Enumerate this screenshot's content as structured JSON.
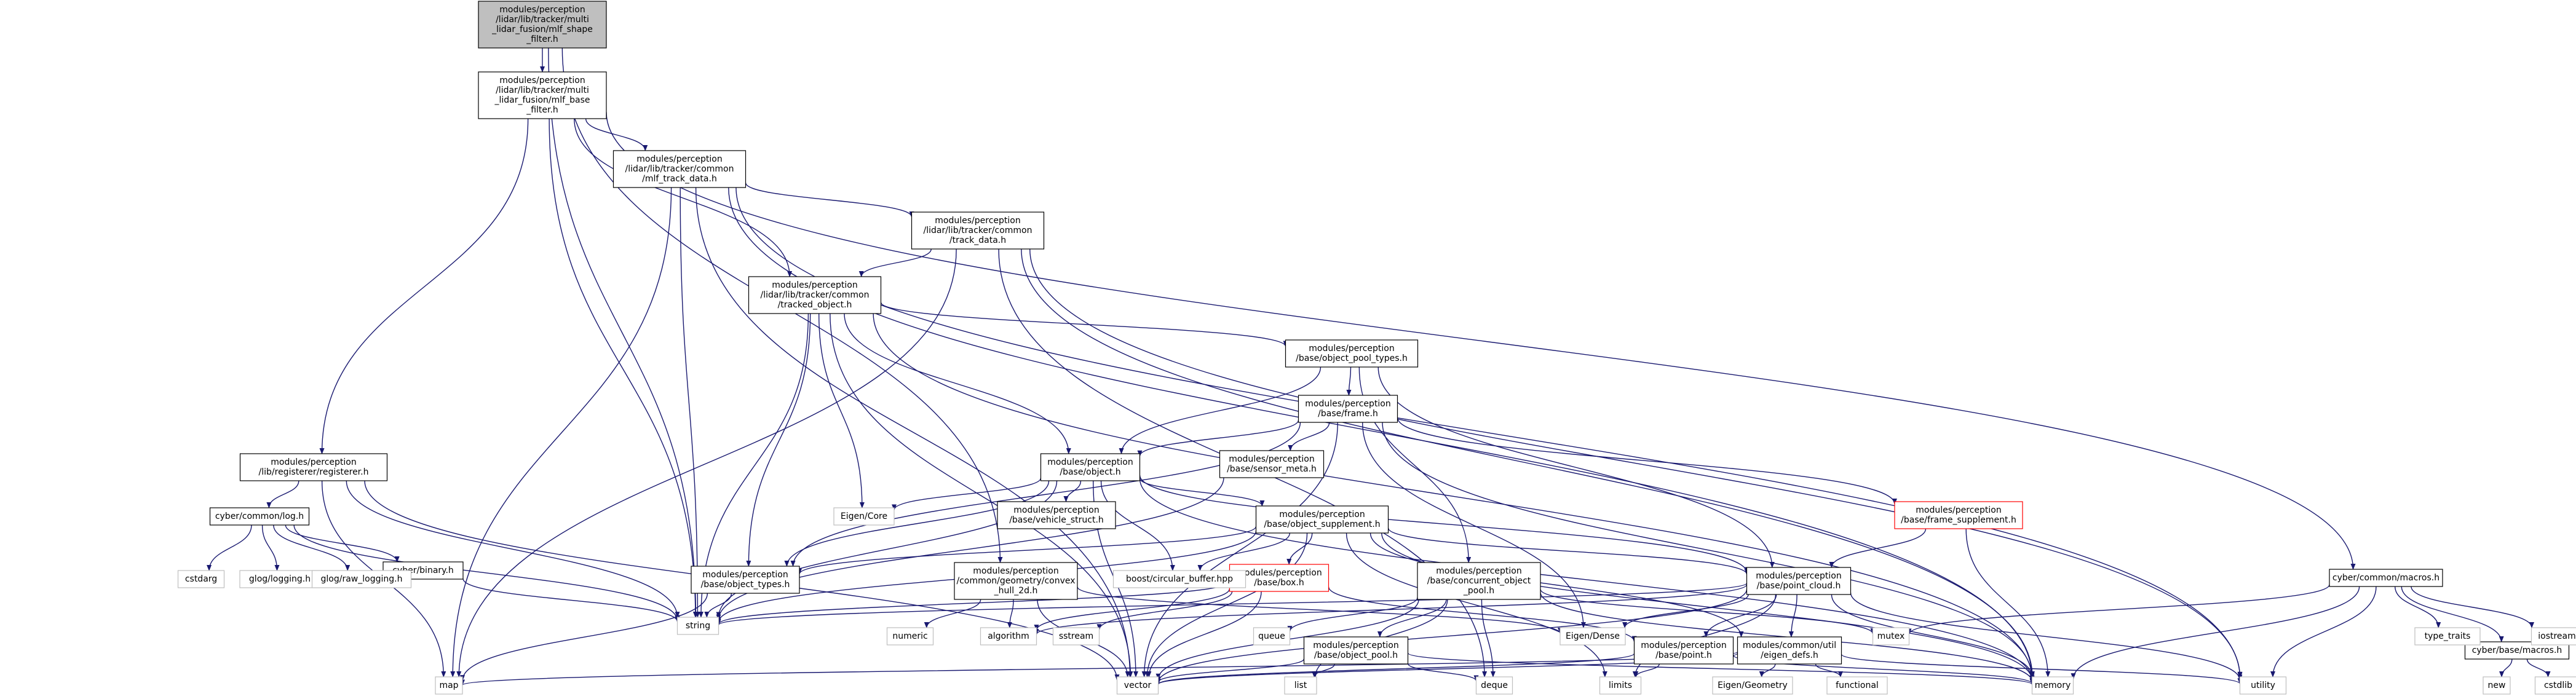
{
  "diagram": {
    "type": "include-dependency-graph",
    "colors": {
      "edge": "#191970",
      "root_fill": "#bfbfbf",
      "node_border": "#000000",
      "missing_border": "#ff0000",
      "system_border": "#bfbfbf",
      "node_fill": "#ffffff"
    },
    "nodes": [
      {
        "id": "n_root",
        "kind": "root",
        "lines": [
          "modules/perception",
          "/lidar/lib/tracker/multi",
          "_lidar_fusion/mlf_shape",
          "_filter.h"
        ]
      },
      {
        "id": "n_base_filter",
        "kind": "local",
        "lines": [
          "modules/perception",
          "/lidar/lib/tracker/multi",
          "_lidar_fusion/mlf_base",
          "_filter.h"
        ]
      },
      {
        "id": "n_mlf_track",
        "kind": "local",
        "lines": [
          "modules/perception",
          "/lidar/lib/tracker/common",
          "/mlf_track_data.h"
        ]
      },
      {
        "id": "n_track_data",
        "kind": "local",
        "lines": [
          "modules/perception",
          "/lidar/lib/tracker/common",
          "/track_data.h"
        ]
      },
      {
        "id": "n_tracked_object",
        "kind": "local",
        "lines": [
          "modules/perception",
          "/lidar/lib/tracker/common",
          "/tracked_object.h"
        ]
      },
      {
        "id": "n_registerer",
        "kind": "local",
        "lines": [
          "modules/perception",
          "/lib/registerer/registerer.h"
        ]
      },
      {
        "id": "n_log",
        "kind": "local",
        "lines": [
          "cyber/common/log.h"
        ]
      },
      {
        "id": "n_binary",
        "kind": "local",
        "lines": [
          "cyber/binary.h"
        ]
      },
      {
        "id": "n_object_pool_types",
        "kind": "local",
        "lines": [
          "modules/perception",
          "/base/object_pool_types.h"
        ]
      },
      {
        "id": "n_frame",
        "kind": "local",
        "lines": [
          "modules/perception",
          "/base/frame.h"
        ]
      },
      {
        "id": "n_object",
        "kind": "local",
        "lines": [
          "modules/perception",
          "/base/object.h"
        ]
      },
      {
        "id": "n_sensor_meta",
        "kind": "local",
        "lines": [
          "modules/perception",
          "/base/sensor_meta.h"
        ]
      },
      {
        "id": "n_vehicle_struct",
        "kind": "local",
        "lines": [
          "modules/perception",
          "/base/vehicle_struct.h"
        ]
      },
      {
        "id": "n_object_supplement",
        "kind": "local",
        "lines": [
          "modules/perception",
          "/base/object_supplement.h"
        ]
      },
      {
        "id": "n_frame_supplement",
        "kind": "missing",
        "lines": [
          "modules/perception",
          "/base/frame_supplement.h"
        ]
      },
      {
        "id": "n_object_types",
        "kind": "local",
        "lines": [
          "modules/perception",
          "/base/object_types.h"
        ]
      },
      {
        "id": "n_convex_hull",
        "kind": "local",
        "lines": [
          "modules/perception",
          "/common/geometry/convex",
          "_hull_2d.h"
        ]
      },
      {
        "id": "n_box",
        "kind": "missing",
        "lines": [
          "modules/perception",
          "/base/box.h"
        ]
      },
      {
        "id": "n_concurrent_pool",
        "kind": "local",
        "lines": [
          "modules/perception",
          "/base/concurrent_object",
          "_pool.h"
        ]
      },
      {
        "id": "n_point_cloud",
        "kind": "local",
        "lines": [
          "modules/perception",
          "/base/point_cloud.h"
        ]
      },
      {
        "id": "n_object_pool",
        "kind": "local",
        "lines": [
          "modules/perception",
          "/base/object_pool.h"
        ]
      },
      {
        "id": "n_point",
        "kind": "local",
        "lines": [
          "modules/perception",
          "/base/point.h"
        ]
      },
      {
        "id": "n_eigen_defs",
        "kind": "local",
        "lines": [
          "modules/common/util",
          "/eigen_defs.h"
        ]
      },
      {
        "id": "n_macros",
        "kind": "local",
        "lines": [
          "cyber/common/macros.h"
        ]
      },
      {
        "id": "n_base_macros",
        "kind": "local",
        "lines": [
          "cyber/base/macros.h"
        ]
      },
      {
        "id": "s_cstdarg",
        "kind": "system",
        "lines": [
          "cstdarg"
        ]
      },
      {
        "id": "s_glog",
        "kind": "system",
        "lines": [
          "glog/logging.h"
        ]
      },
      {
        "id": "s_glog_raw",
        "kind": "system",
        "lines": [
          "glog/raw_logging.h"
        ]
      },
      {
        "id": "s_eigen_core",
        "kind": "system",
        "lines": [
          "Eigen/Core"
        ]
      },
      {
        "id": "s_boost",
        "kind": "system",
        "lines": [
          "boost/circular_buffer.hpp"
        ]
      },
      {
        "id": "s_string",
        "kind": "system",
        "lines": [
          "string"
        ]
      },
      {
        "id": "s_numeric",
        "kind": "system",
        "lines": [
          "numeric"
        ]
      },
      {
        "id": "s_algorithm",
        "kind": "system",
        "lines": [
          "algorithm"
        ]
      },
      {
        "id": "s_sstream",
        "kind": "system",
        "lines": [
          "sstream"
        ]
      },
      {
        "id": "s_queue",
        "kind": "system",
        "lines": [
          "queue"
        ]
      },
      {
        "id": "s_eigen_dense",
        "kind": "system",
        "lines": [
          "Eigen/Dense"
        ]
      },
      {
        "id": "s_mutex",
        "kind": "system",
        "lines": [
          "mutex"
        ]
      },
      {
        "id": "s_type_traits",
        "kind": "system",
        "lines": [
          "type_traits"
        ]
      },
      {
        "id": "s_iostream",
        "kind": "system",
        "lines": [
          "iostream"
        ]
      },
      {
        "id": "s_map",
        "kind": "system",
        "lines": [
          "map"
        ]
      },
      {
        "id": "s_vector",
        "kind": "system",
        "lines": [
          "vector"
        ]
      },
      {
        "id": "s_list",
        "kind": "system",
        "lines": [
          "list"
        ]
      },
      {
        "id": "s_deque",
        "kind": "system",
        "lines": [
          "deque"
        ]
      },
      {
        "id": "s_limits",
        "kind": "system",
        "lines": [
          "limits"
        ]
      },
      {
        "id": "s_eigen_geometry",
        "kind": "system",
        "lines": [
          "Eigen/Geometry"
        ]
      },
      {
        "id": "s_functional",
        "kind": "system",
        "lines": [
          "functional"
        ]
      },
      {
        "id": "s_memory",
        "kind": "system",
        "lines": [
          "memory"
        ]
      },
      {
        "id": "s_utility",
        "kind": "system",
        "lines": [
          "utility"
        ]
      },
      {
        "id": "s_new",
        "kind": "system",
        "lines": [
          "new"
        ]
      },
      {
        "id": "s_cstdlib",
        "kind": "system",
        "lines": [
          "cstdlib"
        ]
      }
    ],
    "edges": [
      [
        "n_root",
        "n_base_filter"
      ],
      [
        "n_root",
        "s_string"
      ],
      [
        "n_root",
        "n_convex_hull"
      ],
      [
        "n_base_filter",
        "n_mlf_track"
      ],
      [
        "n_base_filter",
        "n_tracked_object"
      ],
      [
        "n_base_filter",
        "n_registerer"
      ],
      [
        "n_base_filter",
        "s_string"
      ],
      [
        "n_base_filter",
        "n_macros"
      ],
      [
        "n_mlf_track",
        "n_track_data"
      ],
      [
        "n_mlf_track",
        "s_map"
      ],
      [
        "n_mlf_track",
        "s_vector"
      ],
      [
        "n_mlf_track",
        "s_string"
      ],
      [
        "n_mlf_track",
        "s_memory"
      ],
      [
        "n_mlf_track",
        "s_utility"
      ],
      [
        "n_track_data",
        "n_tracked_object"
      ],
      [
        "n_track_data",
        "s_map"
      ],
      [
        "n_track_data",
        "s_deque"
      ],
      [
        "n_track_data",
        "s_memory"
      ],
      [
        "n_track_data",
        "s_utility"
      ],
      [
        "n_tracked_object",
        "n_object_pool_types"
      ],
      [
        "n_tracked_object",
        "n_object"
      ],
      [
        "n_tracked_object",
        "n_object_types"
      ],
      [
        "n_tracked_object",
        "s_eigen_core"
      ],
      [
        "n_tracked_object",
        "s_string"
      ],
      [
        "n_tracked_object",
        "s_vector"
      ],
      [
        "n_tracked_object",
        "s_memory"
      ],
      [
        "n_registerer",
        "n_log"
      ],
      [
        "n_registerer",
        "s_map"
      ],
      [
        "n_registerer",
        "s_string"
      ],
      [
        "n_registerer",
        "s_vector"
      ],
      [
        "n_log",
        "s_cstdarg"
      ],
      [
        "n_log",
        "s_glog"
      ],
      [
        "n_log",
        "s_glog_raw"
      ],
      [
        "n_log",
        "n_binary"
      ],
      [
        "n_log",
        "s_string"
      ],
      [
        "n_binary",
        "s_string"
      ],
      [
        "n_object_pool_types",
        "n_frame"
      ],
      [
        "n_object_pool_types",
        "n_object"
      ],
      [
        "n_object_pool_types",
        "n_concurrent_pool"
      ],
      [
        "n_object_pool_types",
        "n_point_cloud"
      ],
      [
        "n_frame",
        "n_object"
      ],
      [
        "n_frame",
        "n_sensor_meta"
      ],
      [
        "n_frame",
        "n_frame_supplement"
      ],
      [
        "n_frame",
        "n_object_types"
      ],
      [
        "n_frame",
        "s_eigen_dense"
      ],
      [
        "n_frame",
        "s_vector"
      ],
      [
        "n_frame",
        "s_memory"
      ],
      [
        "n_object",
        "n_vehicle_struct"
      ],
      [
        "n_object",
        "n_object_supplement"
      ],
      [
        "n_object",
        "n_object_types"
      ],
      [
        "n_object",
        "n_point_cloud"
      ],
      [
        "n_object",
        "s_eigen_core"
      ],
      [
        "n_object",
        "s_boost"
      ],
      [
        "n_object",
        "s_string"
      ],
      [
        "n_object",
        "s_vector"
      ],
      [
        "n_object",
        "s_memory"
      ],
      [
        "n_sensor_meta",
        "s_string"
      ],
      [
        "n_object_supplement",
        "n_box"
      ],
      [
        "n_object_supplement",
        "n_object_types"
      ],
      [
        "n_object_supplement",
        "n_point_cloud"
      ],
      [
        "n_object_supplement",
        "n_eigen_defs"
      ],
      [
        "n_object_supplement",
        "s_boost"
      ],
      [
        "n_object_supplement",
        "s_string"
      ],
      [
        "n_object_supplement",
        "s_vector"
      ],
      [
        "n_object_supplement",
        "s_memory"
      ],
      [
        "n_object_supplement",
        "s_limits"
      ],
      [
        "n_frame_supplement",
        "n_point_cloud"
      ],
      [
        "n_frame_supplement",
        "s_memory"
      ],
      [
        "n_object_types",
        "s_string"
      ],
      [
        "n_object_types",
        "s_map"
      ],
      [
        "n_convex_hull",
        "s_numeric"
      ],
      [
        "n_convex_hull",
        "s_algorithm"
      ],
      [
        "n_convex_hull",
        "s_vector"
      ],
      [
        "n_convex_hull",
        "s_eigen_dense"
      ],
      [
        "n_box",
        "n_point"
      ],
      [
        "n_box",
        "s_sstream"
      ],
      [
        "n_box",
        "s_algorithm"
      ],
      [
        "n_box",
        "s_string"
      ],
      [
        "n_box",
        "s_vector"
      ],
      [
        "n_concurrent_pool",
        "n_object_pool"
      ],
      [
        "n_concurrent_pool",
        "s_queue"
      ],
      [
        "n_concurrent_pool",
        "s_mutex"
      ],
      [
        "n_concurrent_pool",
        "s_deque"
      ],
      [
        "n_concurrent_pool",
        "s_list"
      ],
      [
        "n_concurrent_pool",
        "s_vector"
      ],
      [
        "n_concurrent_pool",
        "s_memory"
      ],
      [
        "n_point_cloud",
        "n_point"
      ],
      [
        "n_point_cloud",
        "n_eigen_defs"
      ],
      [
        "n_point_cloud",
        "s_eigen_dense"
      ],
      [
        "n_point_cloud",
        "s_string"
      ],
      [
        "n_point_cloud",
        "s_vector"
      ],
      [
        "n_point_cloud",
        "s_memory"
      ],
      [
        "n_point_cloud",
        "s_limits"
      ],
      [
        "n_point_cloud",
        "s_algorithm"
      ],
      [
        "n_point_cloud",
        "s_utility"
      ],
      [
        "n_object_pool",
        "s_deque"
      ],
      [
        "n_object_pool",
        "s_list"
      ],
      [
        "n_object_pool",
        "s_vector"
      ],
      [
        "n_object_pool",
        "s_memory"
      ],
      [
        "n_point",
        "s_limits"
      ],
      [
        "n_point",
        "s_vector"
      ],
      [
        "n_point",
        "s_memory"
      ],
      [
        "n_eigen_defs",
        "s_eigen_geometry"
      ],
      [
        "n_eigen_defs",
        "s_functional"
      ],
      [
        "n_eigen_defs",
        "s_map"
      ],
      [
        "n_eigen_defs",
        "s_vector"
      ],
      [
        "n_eigen_defs",
        "s_utility"
      ],
      [
        "n_macros",
        "s_mutex"
      ],
      [
        "n_macros",
        "s_type_traits"
      ],
      [
        "n_macros",
        "n_base_macros"
      ],
      [
        "n_macros",
        "s_iostream"
      ],
      [
        "n_macros",
        "s_memory"
      ],
      [
        "n_macros",
        "s_utility"
      ],
      [
        "n_base_macros",
        "s_new"
      ],
      [
        "n_base_macros",
        "s_cstdlib"
      ]
    ]
  }
}
